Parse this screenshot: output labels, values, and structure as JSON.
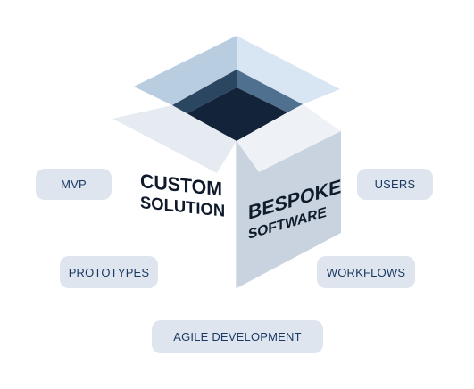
{
  "box": {
    "left_face_text": [
      "CUSTOM",
      "SOLUTION"
    ],
    "right_face_text": [
      "BESPOKE",
      "SOFTWARE"
    ]
  },
  "tags": {
    "mvp": "MVP",
    "users": "USERS",
    "prototypes": "PROTOTYPES",
    "workflows": "WORKFLOWS",
    "agile_development": "AGILE DEVELOPMENT"
  },
  "colors": {
    "pill_background": "#dfe5ee",
    "pill_text": "#1a3a63",
    "box_inside_dark": "#13233a",
    "box_face_light": "#ffffff",
    "box_face_shade": "#c9d3df"
  }
}
